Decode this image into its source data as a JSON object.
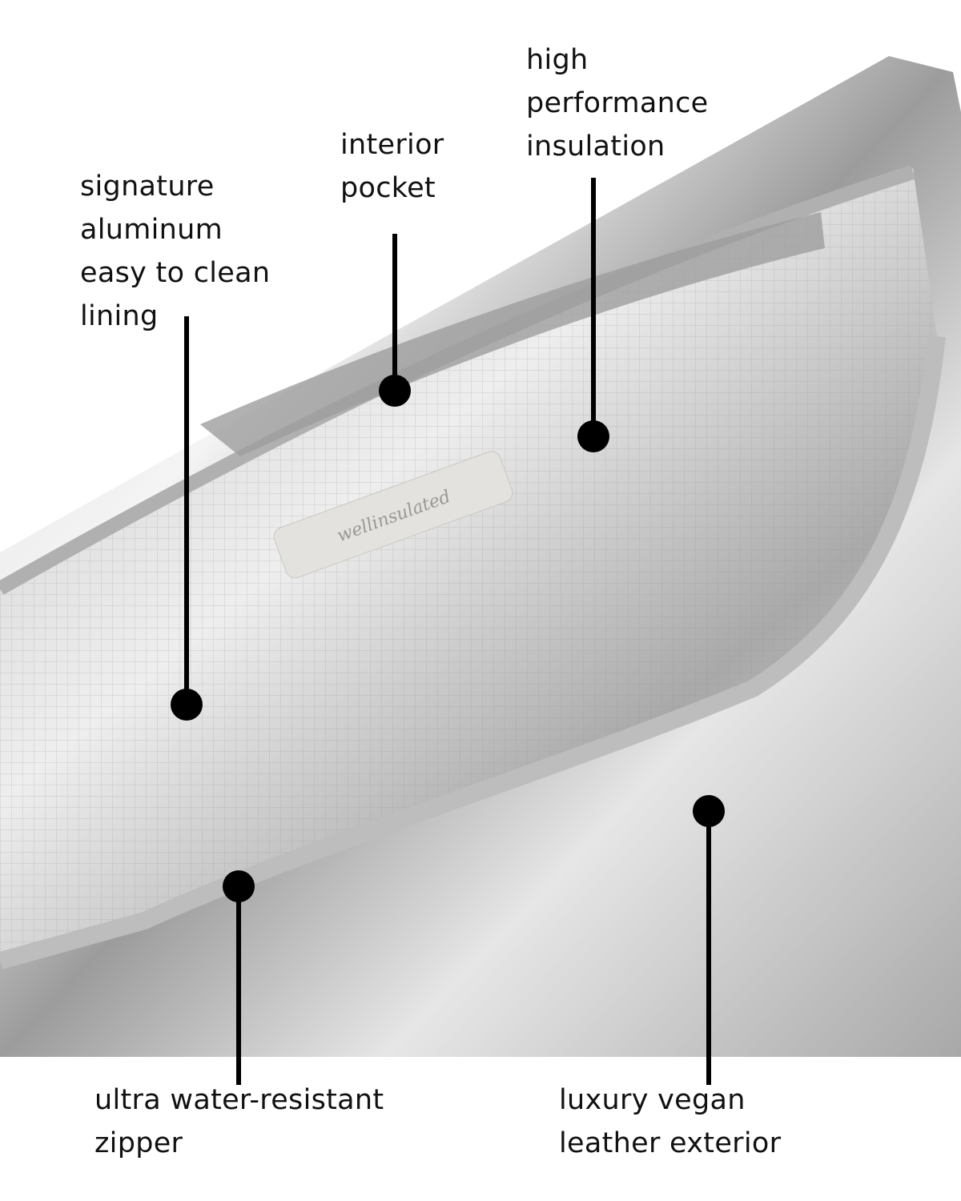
{
  "callouts": [
    {
      "id": "lining",
      "label": "signature\naluminum\neasy to clean\nlining"
    },
    {
      "id": "pocket",
      "label": "interior\npocket"
    },
    {
      "id": "insulation",
      "label": "high\nperformance\ninsulation"
    },
    {
      "id": "zipper",
      "label": "ultra water-resistant\nzipper"
    },
    {
      "id": "exterior",
      "label": "luxury vegan\nleather exterior"
    }
  ],
  "product": {
    "brand_tag": "wellinsulated"
  },
  "colors": {
    "text": "#111111",
    "marker": "#000000",
    "silver_light": "#e8e8e8",
    "silver_dark": "#8a8a8a"
  }
}
